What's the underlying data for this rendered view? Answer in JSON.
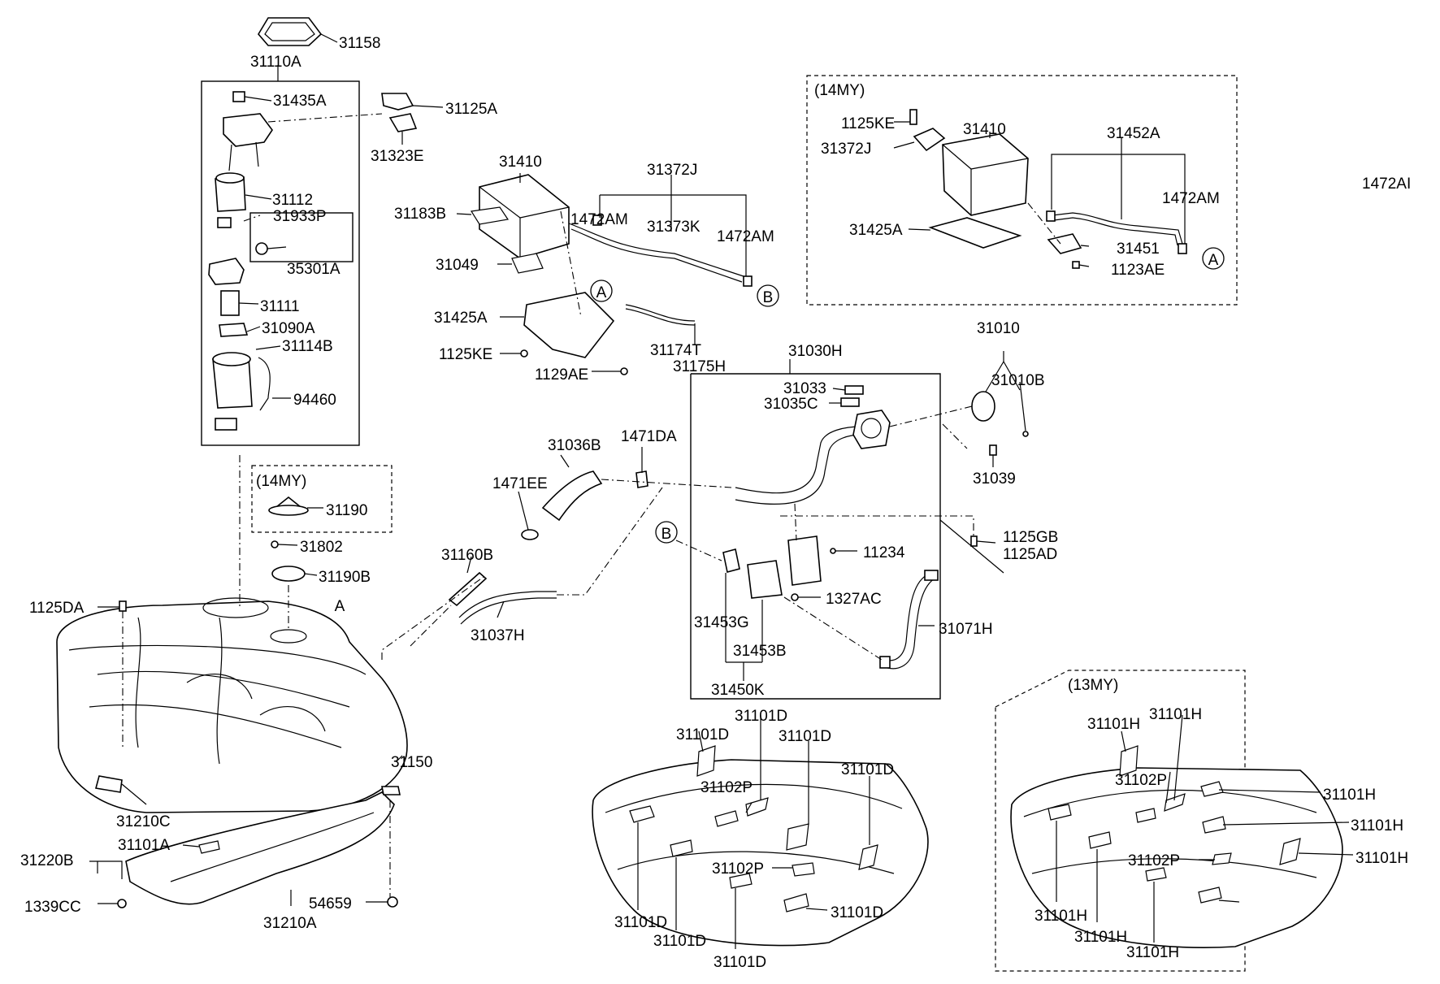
{
  "labels": [
    "31158",
    "31110A",
    "31435A",
    "31125A",
    "31323E",
    "31112",
    "31933P",
    "35301A",
    "31111",
    "31090A",
    "31114B",
    "94460",
    "14MY",
    "31190",
    "31802",
    "31190B",
    "A",
    "1125DA",
    "31150",
    "31210C",
    "31220B",
    "31101A",
    "1339CC",
    "54659",
    "31210A",
    "31410",
    "31372J",
    "31183B",
    "1472AM",
    "31373K",
    "1472AM",
    "31049",
    "B",
    "A",
    "31425A",
    "31174T",
    "31175H",
    "1125KE",
    "1129AE",
    "14MY",
    "1125KE",
    "31410",
    "31372J",
    "31452A",
    "1472AI",
    "1472AM",
    "31425A",
    "31451",
    "A",
    "1123AE",
    "31030H",
    "31010",
    "31033",
    "31035C",
    "31010B",
    "31039",
    "31036B",
    "1471DA",
    "1471EE",
    "1125GB",
    "1125AD",
    "11234",
    "B",
    "31160B",
    "1327AC",
    "31453G",
    "31071H",
    "31037H",
    "31453B",
    "31450K",
    "31101D",
    "31101D",
    "31101D",
    "31101D",
    "31102P",
    "31102P",
    "31101D",
    "31101D",
    "31101D",
    "31101D",
    "13MY",
    "31101H",
    "31101H",
    "31102P",
    "31101H",
    "31101H",
    "31102P",
    "31101H",
    "31101H",
    "31101H",
    "31101H"
  ]
}
